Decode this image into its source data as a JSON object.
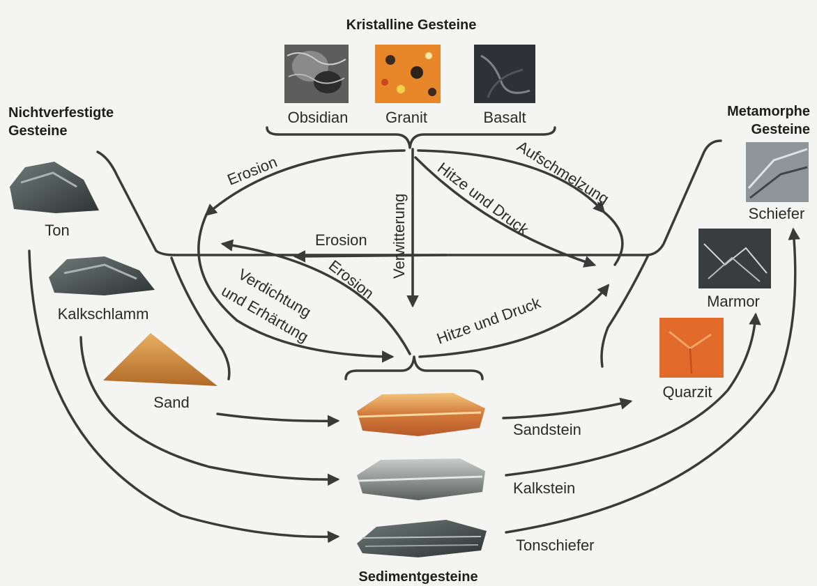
{
  "groups": {
    "crystalline": "Kristalline Gesteine",
    "unconsolidated_line1": "Nichtverfestigte",
    "unconsolidated_line2": "Gesteine",
    "metamorphic_line1": "Metamorphe",
    "metamorphic_line2": "Gesteine",
    "sedimentary": "Sedimentgesteine"
  },
  "rocks": {
    "obsidian": "Obsidian",
    "granit": "Granit",
    "basalt": "Basalt",
    "ton": "Ton",
    "kalkschlamm": "Kalkschlamm",
    "sand": "Sand",
    "schiefer": "Schiefer",
    "marmor": "Marmor",
    "quarzit": "Quarzit",
    "sandstein": "Sandstein",
    "kalkstein": "Kalkstein",
    "tonschiefer": "Tonschiefer"
  },
  "processes": {
    "erosion_top": "Erosion",
    "erosion_middle": "Erosion",
    "erosion_lower": "Erosion",
    "verwitterung": "Verwitterung",
    "hitze_top": "Hitze und Druck",
    "hitze_bottom": "Hitze und Druck",
    "aufschmelzung": "Aufschmelzung",
    "verdichtung_line1": "Verdichtung",
    "verdichtung_line2": "und Erhärtung"
  },
  "colors": {
    "line": "#3a3a3a",
    "background": "#f4f4f2"
  }
}
